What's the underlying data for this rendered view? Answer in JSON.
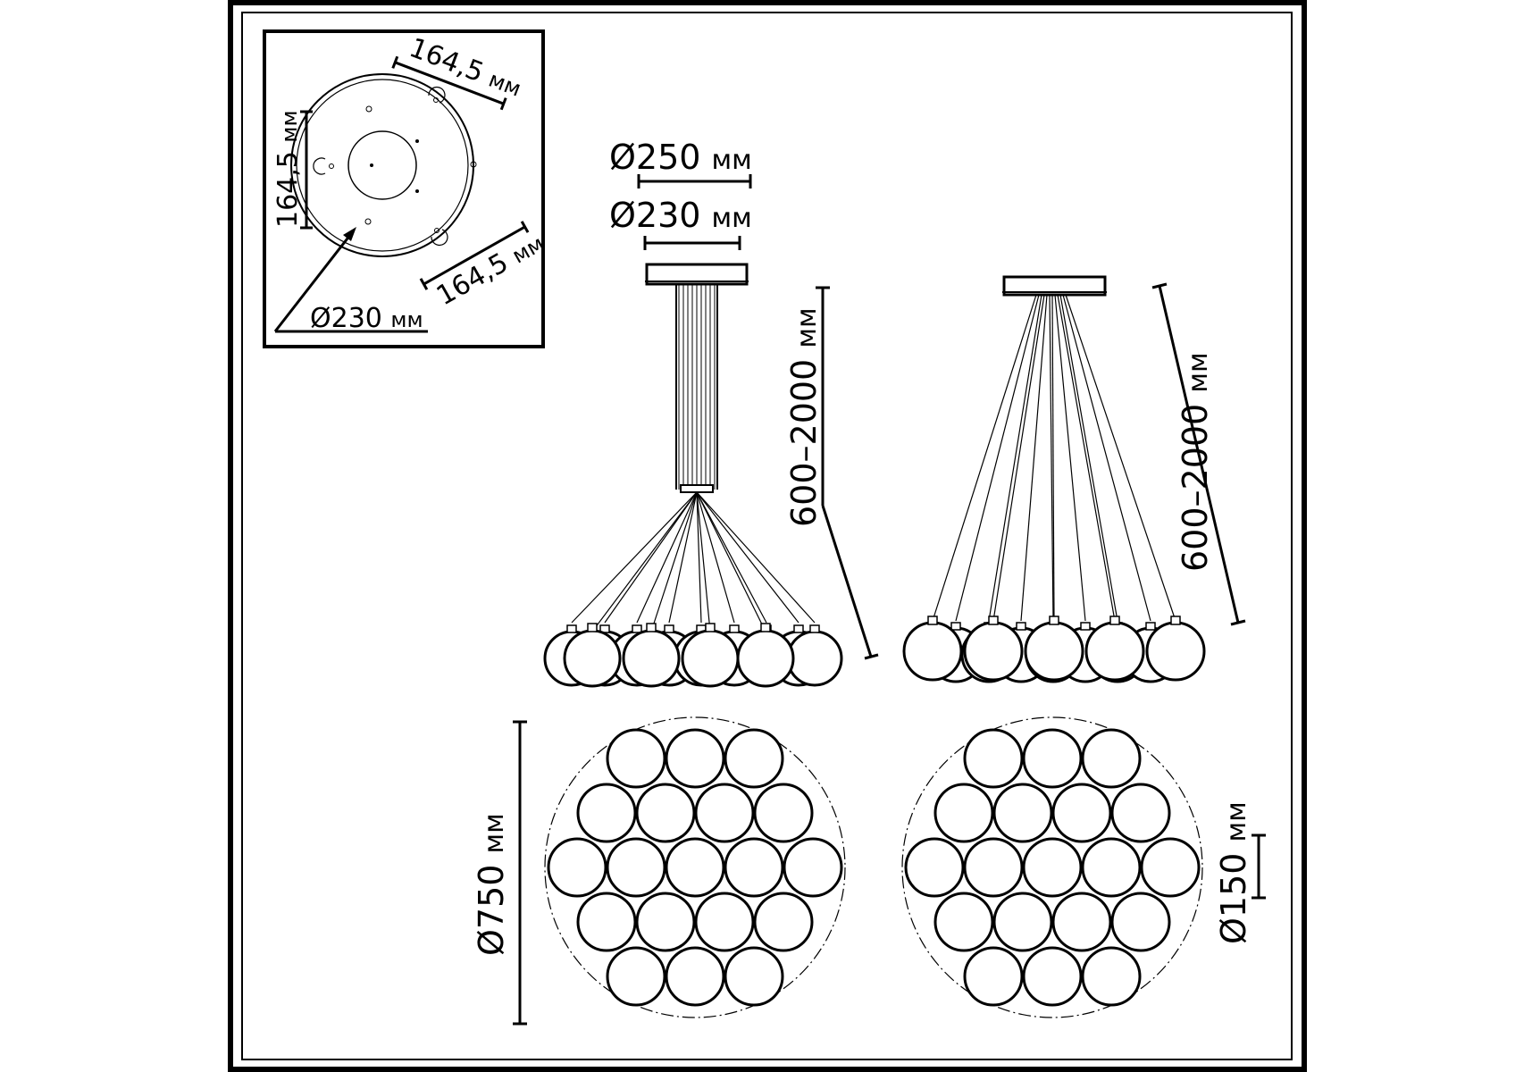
{
  "drawing": {
    "mount_inset": {
      "side_top": "164,5",
      "side_left": "164,5",
      "side_bottom": "164,5",
      "diameter": "Ø230",
      "unit": "мм"
    },
    "canopy": {
      "outer_diameter": "Ø250",
      "inner_diameter": "Ø230",
      "unit": "мм"
    },
    "height": {
      "range_left": "600–2000",
      "range_right": "600–2000",
      "unit": "мм"
    },
    "overall_diameter": {
      "value": "Ø750",
      "unit": "мм"
    },
    "globe_diameter": {
      "value": "Ø150",
      "unit": "мм"
    }
  }
}
